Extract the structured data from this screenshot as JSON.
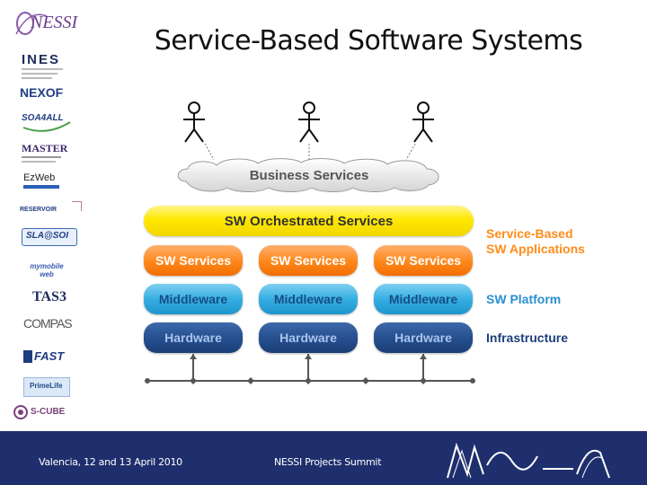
{
  "title": "Service-Based Software Systems",
  "logos": [
    {
      "name": "nessi-logo",
      "text": "NESSI"
    },
    {
      "name": "ines-logo",
      "text": "INES"
    },
    {
      "name": "nexof-logo",
      "text": "NEXOF"
    },
    {
      "name": "soa4all-logo",
      "text": "SOA4ALL"
    },
    {
      "name": "master-logo",
      "text": "MASTER"
    },
    {
      "name": "ezweb-logo",
      "text": "EzWeb"
    },
    {
      "name": "reservoir-logo",
      "text": "RESERVOIR"
    },
    {
      "name": "sla-soi-logo",
      "text": "SLA@SOI"
    },
    {
      "name": "mymobileweb-logo",
      "text": "mymobile web"
    },
    {
      "name": "tas3-logo",
      "text": "TAS3"
    },
    {
      "name": "compas-logo",
      "text": "COMPAS"
    },
    {
      "name": "fast-logo",
      "text": "FAST"
    },
    {
      "name": "primelife-logo",
      "text": "PrimeLife"
    },
    {
      "name": "s-cube-logo",
      "text": "S-CUBE"
    }
  ],
  "diagram": {
    "business_services": "Business Services",
    "orchestrated": "SW Orchestrated Services",
    "services": [
      "SW Services",
      "SW Services",
      "SW Services"
    ],
    "middleware": [
      "Middleware",
      "Middleware",
      "Middleware"
    ],
    "hardware": [
      "Hardware",
      "Hardware",
      "Hardware"
    ],
    "labels": {
      "applications_line1": "Service-Based",
      "applications_line2": "SW Applications",
      "platform": "SW Platform",
      "infrastructure": "Infrastructure"
    }
  },
  "footer": {
    "left": "Valencia, 12 and 13 April 2010",
    "center": "NESSI Projects Summit"
  },
  "colors": {
    "orange_label": "#ff8c1a",
    "blue_label": "#2a8fd0",
    "navy_label": "#1f3f7a",
    "footer_bg": "#1f2f6d"
  }
}
